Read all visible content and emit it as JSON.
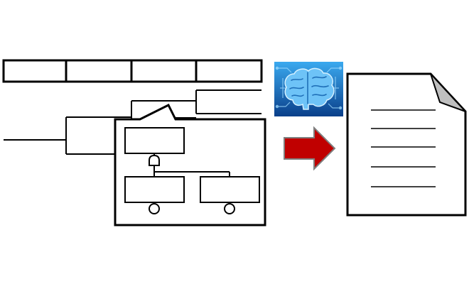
{
  "figure": {
    "background": "#ffffff",
    "stroke": "#000000"
  },
  "header_table": {
    "cell_count": 4
  },
  "fault_tree": {
    "gate_type": "and-gate"
  },
  "brain_tile": {
    "icon": "brain-circuit-icon",
    "bg_top": "#3aa9ef",
    "bg_bottom": "#0a3f8a",
    "brain_fill": "#6ec3f7"
  },
  "arrow": {
    "icon": "right-arrow-icon",
    "fill": "#c00000",
    "edge": "#7f7f7f"
  },
  "document": {
    "icon": "document-icon",
    "fold_fill": "#bfbfbf",
    "line_count": 5
  }
}
